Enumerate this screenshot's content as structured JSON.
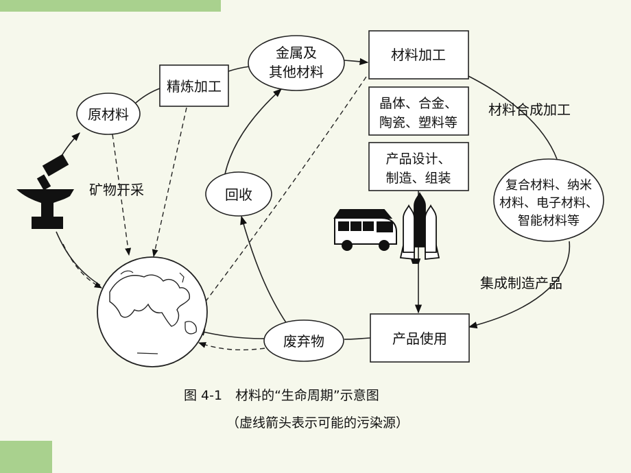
{
  "diagram": {
    "nodes": {
      "raw_material": "原材料",
      "refining": "精炼加工",
      "metals_line1": "金属及",
      "metals_line2": "其他材料",
      "processing": "材料加工",
      "types_line1": "晶体、合金、",
      "types_line2": "陶瓷、塑料等",
      "design_line1": "产品设计、",
      "design_line2": "制造、组装",
      "recycle": "回收",
      "composite_line1": "复合材料、纳米",
      "composite_line2": "材料、电子材料、",
      "composite_line3": "智能材料等",
      "usage": "产品使用",
      "waste": "废弃物"
    },
    "labels": {
      "mining": "矿物开采",
      "synthesis": "材料合成加工",
      "integrated": "集成制造产品"
    }
  },
  "caption": {
    "line1": "图 4-1　材料的“生命周期”示意图",
    "line2": "（虚线箭头表示可能的污染源）"
  },
  "colors": {
    "accent": "#a9d18e",
    "background": "#f6f8ec",
    "ink": "#111111"
  }
}
